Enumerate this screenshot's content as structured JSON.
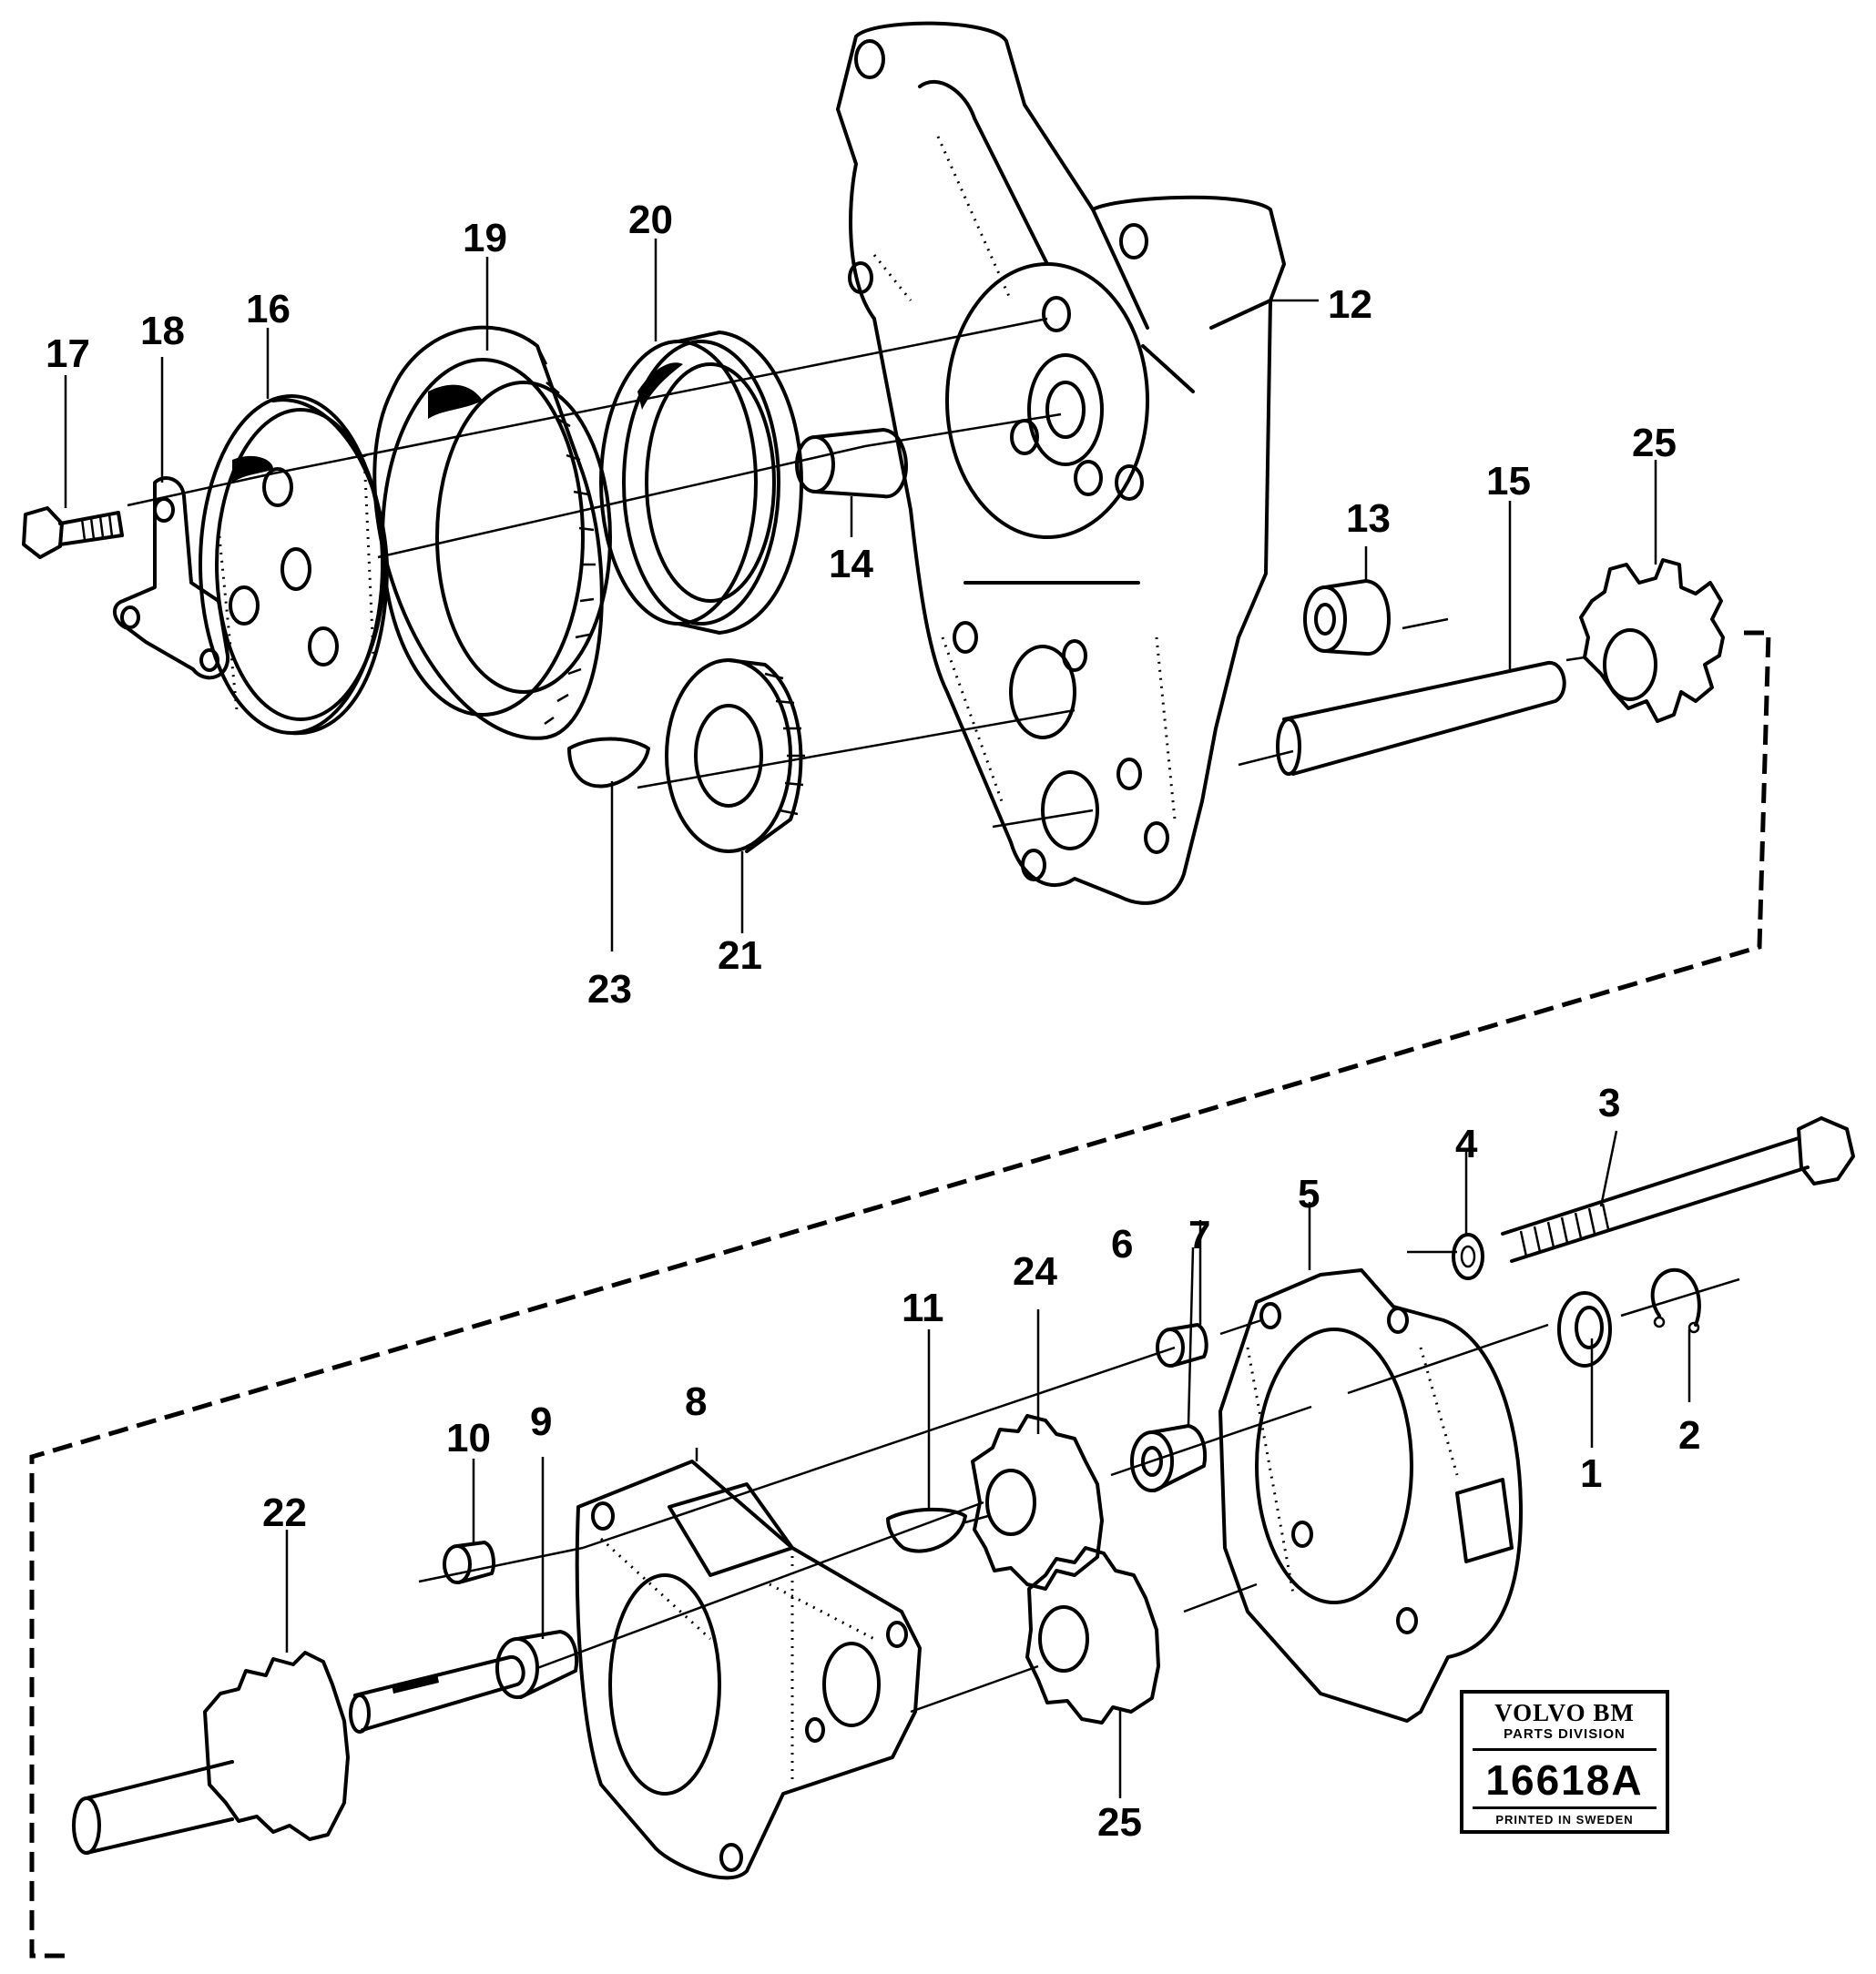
{
  "diagram": {
    "part_numbers": {
      "p1": "1",
      "p2": "2",
      "p3": "3",
      "p4": "4",
      "p5": "5",
      "p6": "6",
      "p7": "7",
      "p8": "8",
      "p9": "9",
      "p10": "10",
      "p11": "11",
      "p12": "12",
      "p13": "13",
      "p14": "14",
      "p15": "15",
      "p16": "16",
      "p17": "17",
      "p18": "18",
      "p19": "19",
      "p20": "20",
      "p21": "21",
      "p22": "22",
      "p23": "23",
      "p24": "24",
      "p25a": "25",
      "p25b": "25"
    }
  },
  "stamp": {
    "brand": "VOLVO BM",
    "division": "PARTS DIVISION",
    "code": "16618A",
    "printed": "PRINTED IN SWEDEN"
  }
}
